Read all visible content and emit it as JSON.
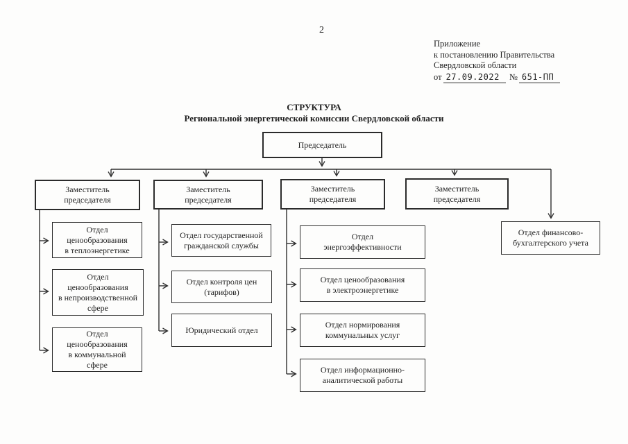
{
  "page": {
    "number": "2",
    "appendix": [
      "Приложение",
      "к постановлению Правительства",
      "Свердловской области"
    ],
    "appendix_from": "от",
    "appendix_date": "27.09.2022",
    "appendix_no_sign": "№",
    "appendix_number": "651-ПП",
    "title": "СТРУКТУРА",
    "subtitle": "Региональной энергетической комиссии Свердловской области"
  },
  "chart": {
    "chairman": "Председатель",
    "deputies": [
      "Заместитель\nпредседателя",
      "Заместитель\nпредседателя",
      "Заместитель\nпредседателя",
      "Заместитель\nпредседателя"
    ],
    "departments": [
      [
        "Отдел\nценообразования\nв теплоэнергетике",
        "Отдел\nценообразования\nв непроизводственной\nсфере",
        "Отдел\nценообразования\nв коммунальной\nсфере"
      ],
      [
        "Отдел государственной\nгражданской службы",
        "Отдел контроля цен\n(тарифов)",
        "Юридический отдел"
      ],
      [
        "Отдел\nэнергоэффективности",
        "Отдел ценообразования\nв электроэнергетике",
        "Отдел нормирования\nкоммунальных услуг",
        "Отдел информационно-\nаналитической работы"
      ]
    ],
    "finance": "Отдел финансово-\nбухгалтерского учета"
  },
  "colors": {
    "ink": "#1f1f1f",
    "paper": "#fdfdfc"
  }
}
